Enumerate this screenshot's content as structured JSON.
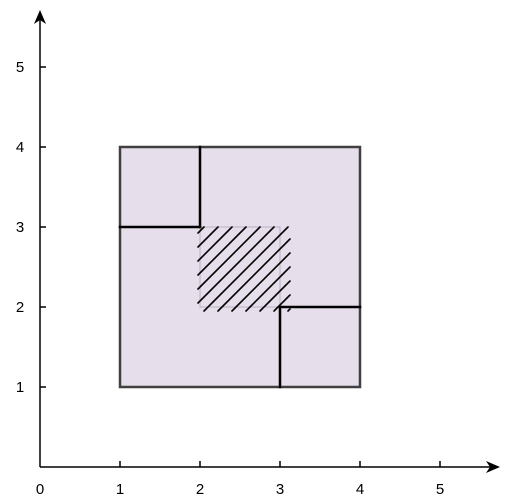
{
  "axes": {
    "x_ticks": [
      {
        "value": 0,
        "label": "0"
      },
      {
        "value": 1,
        "label": "1"
      },
      {
        "value": 2,
        "label": "2"
      },
      {
        "value": 3,
        "label": "3"
      },
      {
        "value": 4,
        "label": "4"
      },
      {
        "value": 5,
        "label": "5"
      }
    ],
    "y_ticks": [
      {
        "value": 1,
        "label": "1"
      },
      {
        "value": 2,
        "label": "2"
      },
      {
        "value": 3,
        "label": "3"
      },
      {
        "value": 4,
        "label": "4"
      },
      {
        "value": 5,
        "label": "5"
      }
    ]
  },
  "shapes": {
    "outer_square": {
      "x1": 1,
      "y1": 1,
      "x2": 4,
      "y2": 4
    },
    "hatched_square": {
      "x1": 2,
      "y1": 2,
      "x2": 3,
      "y2": 3
    },
    "partition_lines": [
      {
        "name": "top-left-vertical",
        "from": [
          2,
          3
        ],
        "to": [
          2,
          4
        ]
      },
      {
        "name": "top-left-horizontal",
        "from": [
          1,
          3
        ],
        "to": [
          2,
          3
        ]
      },
      {
        "name": "bottom-right-vertical",
        "from": [
          3,
          1
        ],
        "to": [
          3,
          2
        ]
      },
      {
        "name": "bottom-right-horizontal",
        "from": [
          3,
          2
        ],
        "to": [
          4,
          2
        ]
      }
    ]
  },
  "colors": {
    "fill": "#e6deeb",
    "stroke": "#404040",
    "axis": "#000000",
    "hatch": "#000000"
  }
}
